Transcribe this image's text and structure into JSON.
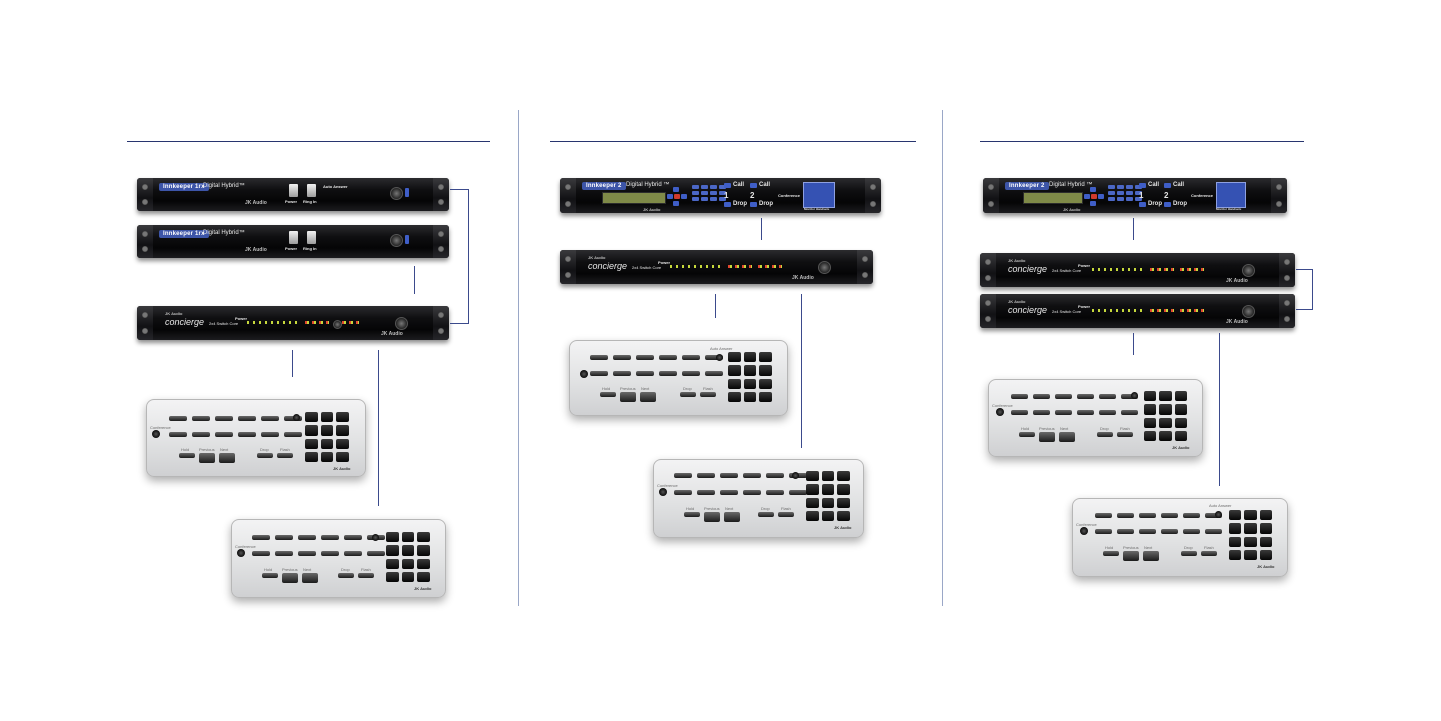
{
  "colors": {
    "rule_navy": "#28356f",
    "divider": "#9aa7c7",
    "connector": "#3b4a8c",
    "badge_blue": "#3d55a8",
    "rack_black": "#0b0b0c",
    "pad_grey": "#e1e2e3"
  },
  "devices": {
    "innkeeper1rx": {
      "model": "Innkeeper 1rx",
      "subtitle": "Digital Hybrid",
      "tm": "™",
      "power": "Power",
      "ring_in": "Ring In",
      "auto_answer": "Auto Answer",
      "brand": "JK Audio"
    },
    "innkeeper2": {
      "model": "Innkeeper 2",
      "subtitle": "Digital Hybrid ™",
      "call": "Call",
      "drop": "Drop",
      "line1": "1",
      "line2": "2",
      "conference": "Conference",
      "handset": "Monitor Handsets",
      "brand": "JK Audio"
    },
    "concierge": {
      "brand_small": "JK Audio",
      "name": "concierge",
      "tagline": "2x4 Switch Core",
      "power": "Power",
      "brand": "JK Audio"
    },
    "keypad": {
      "conference": "Conference",
      "hold": "Hold",
      "previous": "Previous",
      "next": "Next",
      "drop": "Drop",
      "flash": "Flash",
      "auto_answer": "Auto Answer",
      "logo": "JK Audio"
    }
  }
}
